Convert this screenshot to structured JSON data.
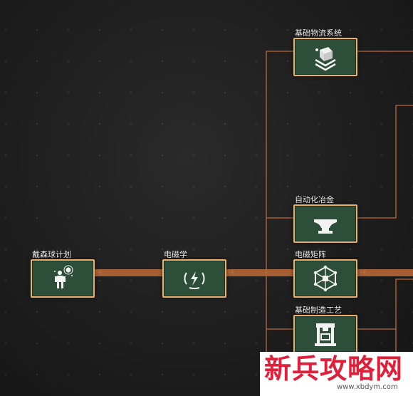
{
  "tech_tree": {
    "nodes": [
      {
        "id": "dyson",
        "label": "戴森球计划",
        "icon": "mecha-icon"
      },
      {
        "id": "electromagnetism",
        "label": "电磁学",
        "icon": "em-wave-icon"
      },
      {
        "id": "em_matrix",
        "label": "电磁矩阵",
        "icon": "matrix-cube-icon"
      },
      {
        "id": "basic_logistics",
        "label": "基础物流系统",
        "icon": "conveyor-box-icon"
      },
      {
        "id": "auto_metallurgy",
        "label": "自动化冶金",
        "icon": "anvil-icon"
      },
      {
        "id": "basic_assembling",
        "label": "基础制造工艺",
        "icon": "assembler-icon"
      }
    ],
    "link_tags": [
      "↑€",
      "↑€",
      "↑€"
    ]
  },
  "watermark": {
    "main_text": "新兵攻略网",
    "url": "www.xbdym.com"
  },
  "colors": {
    "node_fill": "#2d4f3a",
    "node_border": "#e8b06a",
    "connector": "#b8683a",
    "watermark_red": "#e0203a"
  }
}
